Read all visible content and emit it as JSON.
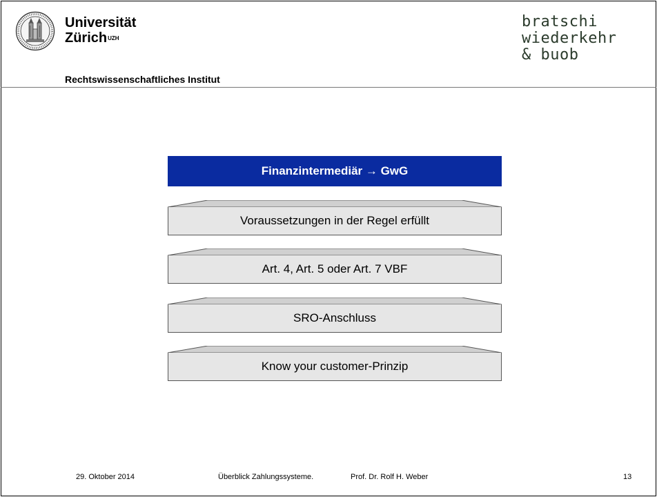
{
  "header": {
    "university_line1": "Universität",
    "university_line2": "Zürich",
    "university_abbr": "UZH",
    "institute": "Rechtswissenschaftliches Institut",
    "firm_logo": [
      "bratschi",
      "wiederkehr",
      "& buob"
    ]
  },
  "slide": {
    "title": "Finanzintermediär → GwG",
    "steps": [
      "Voraussetzungen in der Regel erfüllt",
      "Art. 4, Art. 5 oder Art. 7 VBF",
      "SRO-Anschluss",
      "Know your customer-Prinzip"
    ]
  },
  "footer": {
    "date": "29. Oktober 2014",
    "subject": "Überblick Zahlungssysteme.",
    "author": "Prof. Dr. Rolf H. Weber",
    "page": "13"
  },
  "colors": {
    "title_bg": "#0a2ba0",
    "step_bg": "#e6e6e6",
    "logo_text": "#2b3b2c"
  },
  "icons": [
    "uzh-seal-icon"
  ]
}
